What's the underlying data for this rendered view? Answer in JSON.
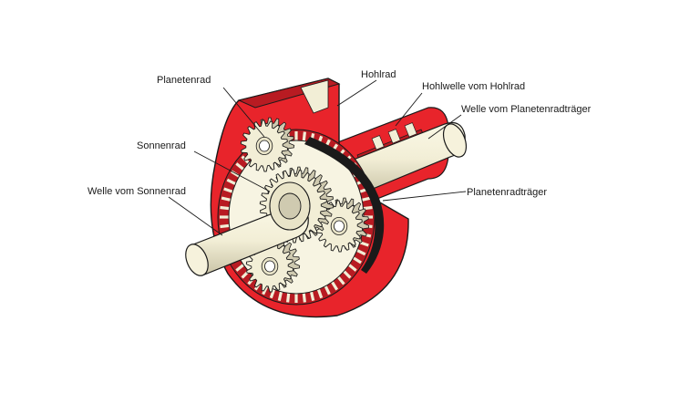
{
  "labels": {
    "planetenrad": "Planetenrad",
    "sonnenrad": "Sonnenrad",
    "welle_sonnenrad": "Welle vom Sonnenrad",
    "hohlrad": "Hohlrad",
    "hohlwelle": "Hohlwelle vom Hohlrad",
    "welle_planetentraeger": "Welle vom Planetenradträger",
    "planetentraeger": "Planetenradträger"
  },
  "colors": {
    "housing_red": "#e8242b",
    "housing_dark": "#b81b22",
    "steel": "#f2eed6",
    "steel_shade": "#cfcab0",
    "ink": "#1a1a1a"
  }
}
